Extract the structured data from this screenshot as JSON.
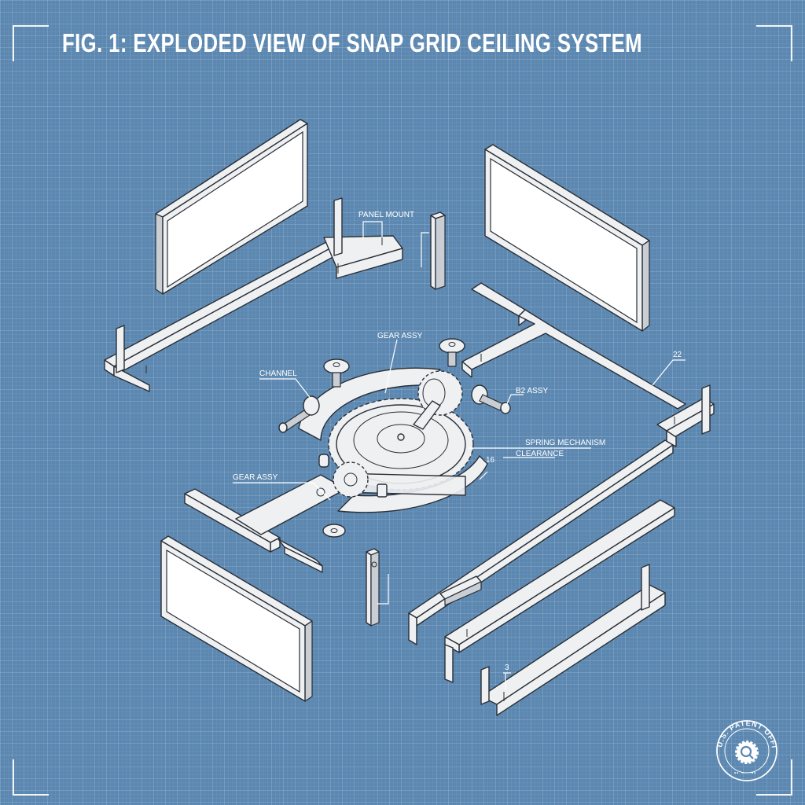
{
  "figure": {
    "title": "FIG. 1: EXPLODED VIEW OF SNAP GRID CEILING SYSTEM",
    "background_color": "#5b87b0",
    "line_color": "#ffffff",
    "part_fill": "#eef0f2",
    "outline_color": "#2a2f36"
  },
  "labels": {
    "panel_mount": "PANEL MOUNT",
    "gear_assy_top": "GEAR ASSY",
    "channel": "CHANNEL",
    "b2_assy": "B2 ASSY",
    "ref_22": "22",
    "spring_mechanism": "SPRING MECHANISM",
    "clearance": "CLEARANCE",
    "ref_16": "16",
    "gear_assy_left": "GEAR ASSY",
    "ref_3": "3"
  },
  "stamp": {
    "top_text": "U.S. PATENT OFFICE",
    "bottom_text": "•• ── ••",
    "icon": "gear-magnifier-icon"
  },
  "parts": [
    {
      "name": "ceiling-panel",
      "position": "top-left"
    },
    {
      "name": "ceiling-panel",
      "position": "top-right"
    },
    {
      "name": "ceiling-panel",
      "position": "bottom-left"
    },
    {
      "name": "main-runner",
      "position": "upper-left"
    },
    {
      "name": "cross-tee",
      "position": "right"
    },
    {
      "name": "cross-tee",
      "position": "lower-left"
    },
    {
      "name": "wall-angle",
      "position": "bottom-right"
    },
    {
      "name": "vertical-clip",
      "position": "top-center"
    },
    {
      "name": "vertical-clip",
      "position": "bottom-center"
    },
    {
      "name": "gear-assembly",
      "position": "center"
    }
  ]
}
